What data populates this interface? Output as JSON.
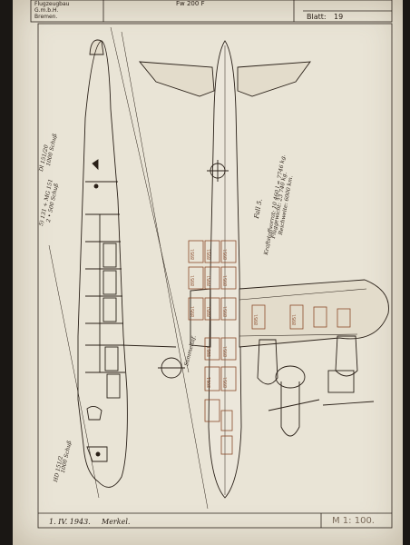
{
  "header": {
    "company_line1": "Flugzeugbau",
    "company_line2": "G.m.b.H.",
    "company_line3": "Bremen.",
    "model": "Fw 200 F",
    "sheet_label": "Blatt:",
    "sheet_number": "19"
  },
  "fuselage_labels": {
    "fig": "Fall 5.",
    "fuel": "Kraftstoffvorrat: 10 460 l = 7746 kg.",
    "weight": "Fluggewicht: 23 740 kg.",
    "range": "Reichweite: 6000 km."
  },
  "armament": {
    "top1": "Dl 151/20",
    "top1b": "1000 Schuß",
    "top2": "5) 131 + MG 151",
    "top2b": "2 • 500 Schuß",
    "bottom": "HD 151/2",
    "bottom_b": "1000 Schuß"
  },
  "tank_label": "895l",
  "tanks": {
    "lower_side": "8951"
  },
  "annotation": "Sammeltaf.",
  "footer": {
    "date": "1. IV. 1943.",
    "signature": "Merkel.",
    "scale": "M 1: 100."
  },
  "colors": {
    "paper": "#e9e4d6",
    "ink": "#2a2018",
    "red_ink": "#8a4a2a"
  }
}
